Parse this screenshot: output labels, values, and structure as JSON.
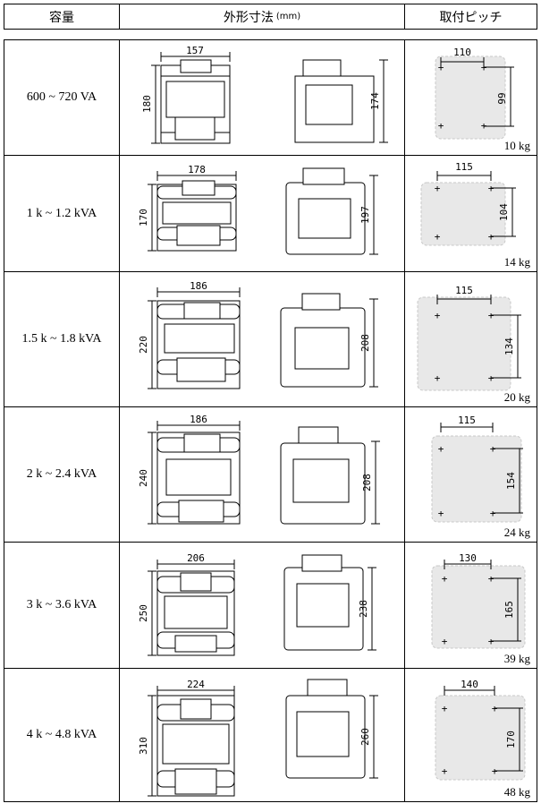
{
  "header": {
    "capacity": "容量",
    "dimensions": "外形寸法",
    "dimensions_unit": "(mm)",
    "pitch": "取付ピッチ"
  },
  "rows": [
    {
      "capacity": "600 ~ 720 VA",
      "width": "157",
      "height": "180",
      "depth": "174",
      "pitch_x": "110",
      "pitch_y": "99",
      "weight": "10 kg"
    },
    {
      "capacity": "1 k ~ 1.2 kVA",
      "width": "178",
      "height": "170",
      "depth": "197",
      "pitch_x": "115",
      "pitch_y": "104",
      "weight": "14 kg"
    },
    {
      "capacity": "1.5 k ~ 1.8 kVA",
      "width": "186",
      "height": "220",
      "depth": "208",
      "pitch_x": "115",
      "pitch_y": "134",
      "weight": "20 kg"
    },
    {
      "capacity": "2 k ~ 2.4 kVA",
      "width": "186",
      "height": "240",
      "depth": "208",
      "pitch_x": "115",
      "pitch_y": "154",
      "weight": "24 kg"
    },
    {
      "capacity": "3 k ~ 3.6 kVA",
      "width": "206",
      "height": "250",
      "depth": "238",
      "pitch_x": "130",
      "pitch_y": "165",
      "weight": "39 kg"
    },
    {
      "capacity": "4 k ~ 4.8 kVA",
      "width": "224",
      "height": "310",
      "depth": "260",
      "pitch_x": "140",
      "pitch_y": "170",
      "weight": "48 kg"
    }
  ]
}
